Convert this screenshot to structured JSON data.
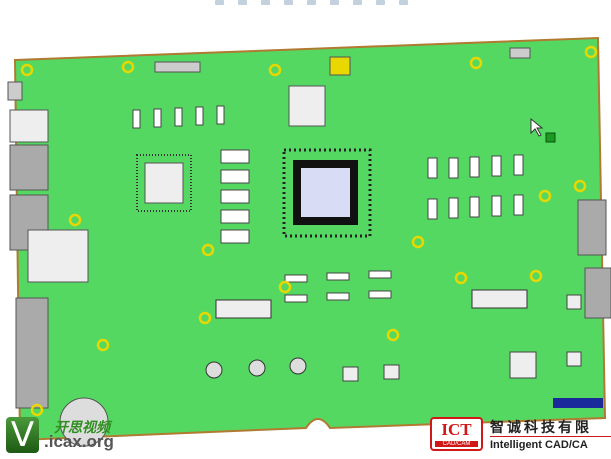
{
  "window": {
    "title": "PCB 3D model view"
  },
  "toolbar": {
    "icons": [
      "view-orient-icon",
      "rotate-icon",
      "pan-icon",
      "display-style-icon",
      "section-icon",
      "hide-show-icon",
      "appearance-icon",
      "scene-icon",
      "render-icon"
    ]
  },
  "watermark_left": {
    "cn": "开思视频",
    "url": ".icax.org",
    "logo_letter": "V"
  },
  "watermark_right": {
    "logo": "ICT",
    "logo_sub": "CAD/CAM",
    "cn": "智诚科技有限",
    "en": "Intelligent CAD/CA"
  },
  "colors": {
    "board": "#55d862",
    "board_edge": "#b07a30",
    "mount": "#e8d800",
    "chip": "#d8dcf5"
  }
}
